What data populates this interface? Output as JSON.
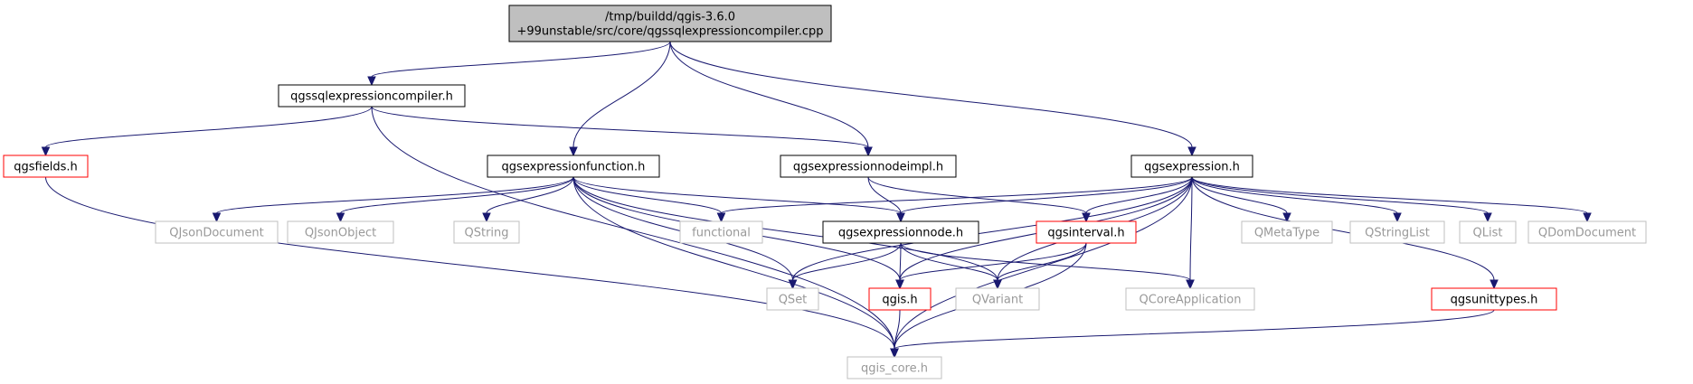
{
  "graph": {
    "nodes": [
      {
        "id": "root",
        "lines": [
          "/tmp/buildd/qgis-3.6.0",
          "+99unstable/src/core/qgssqlexpressioncompiler.cpp"
        ],
        "style": "root"
      },
      {
        "id": "qgssqlexpressioncompiler_h",
        "lines": [
          "qgssqlexpressioncompiler.h"
        ],
        "style": "normal"
      },
      {
        "id": "qgsfields_h",
        "lines": [
          "qgsfields.h"
        ],
        "style": "truncated"
      },
      {
        "id": "qgsexpressionfunction_h",
        "lines": [
          "qgsexpressionfunction.h"
        ],
        "style": "normal"
      },
      {
        "id": "qgsexpressionnodeimpl_h",
        "lines": [
          "qgsexpressionnodeimpl.h"
        ],
        "style": "normal"
      },
      {
        "id": "qgsexpression_h",
        "lines": [
          "qgsexpression.h"
        ],
        "style": "normal"
      },
      {
        "id": "QJsonDocument",
        "lines": [
          "QJsonDocument"
        ],
        "style": "external"
      },
      {
        "id": "QJsonObject",
        "lines": [
          "QJsonObject"
        ],
        "style": "external"
      },
      {
        "id": "QString",
        "lines": [
          "QString"
        ],
        "style": "external"
      },
      {
        "id": "functional",
        "lines": [
          "functional"
        ],
        "style": "external"
      },
      {
        "id": "qgsexpressionnode_h",
        "lines": [
          "qgsexpressionnode.h"
        ],
        "style": "normal"
      },
      {
        "id": "qgsinterval_h",
        "lines": [
          "qgsinterval.h"
        ],
        "style": "truncated"
      },
      {
        "id": "QMetaType",
        "lines": [
          "QMetaType"
        ],
        "style": "external"
      },
      {
        "id": "QStringList",
        "lines": [
          "QStringList"
        ],
        "style": "external"
      },
      {
        "id": "QList",
        "lines": [
          "QList"
        ],
        "style": "external"
      },
      {
        "id": "QDomDocument",
        "lines": [
          "QDomDocument"
        ],
        "style": "external"
      },
      {
        "id": "QSet",
        "lines": [
          "QSet"
        ],
        "style": "external"
      },
      {
        "id": "qgis_h",
        "lines": [
          "qgis.h"
        ],
        "style": "truncated"
      },
      {
        "id": "QVariant",
        "lines": [
          "QVariant"
        ],
        "style": "external"
      },
      {
        "id": "QCoreApplication",
        "lines": [
          "QCoreApplication"
        ],
        "style": "external"
      },
      {
        "id": "qgsunittypes_h",
        "lines": [
          "qgsunittypes.h"
        ],
        "style": "truncated"
      },
      {
        "id": "qgis_core_h",
        "lines": [
          "qgis_core.h"
        ],
        "style": "external"
      }
    ],
    "edges": [
      [
        "root",
        "qgssqlexpressioncompiler_h"
      ],
      [
        "root",
        "qgsexpressionfunction_h"
      ],
      [
        "root",
        "qgsexpressionnodeimpl_h"
      ],
      [
        "root",
        "qgsexpression_h"
      ],
      [
        "qgssqlexpressioncompiler_h",
        "qgsfields_h"
      ],
      [
        "qgssqlexpressioncompiler_h",
        "qgsexpressionnodeimpl_h"
      ],
      [
        "qgssqlexpressioncompiler_h",
        "qgis_core_h"
      ],
      [
        "qgsfields_h",
        "qgis_core_h"
      ],
      [
        "qgsexpressionfunction_h",
        "QJsonDocument"
      ],
      [
        "qgsexpressionfunction_h",
        "QJsonObject"
      ],
      [
        "qgsexpressionfunction_h",
        "QString"
      ],
      [
        "qgsexpressionfunction_h",
        "functional"
      ],
      [
        "qgsexpressionfunction_h",
        "qgsexpressionnode_h"
      ],
      [
        "qgsexpressionfunction_h",
        "QSet"
      ],
      [
        "qgsexpressionfunction_h",
        "qgis_h"
      ],
      [
        "qgsexpressionfunction_h",
        "QVariant"
      ],
      [
        "qgsexpressionfunction_h",
        "qgis_core_h"
      ],
      [
        "qgsexpressionnodeimpl_h",
        "qgsexpressionnode_h"
      ],
      [
        "qgsexpressionnodeimpl_h",
        "qgsinterval_h"
      ],
      [
        "qgsexpression_h",
        "functional"
      ],
      [
        "qgsexpression_h",
        "qgsexpressionnode_h"
      ],
      [
        "qgsexpression_h",
        "qgsinterval_h"
      ],
      [
        "qgsexpression_h",
        "QMetaType"
      ],
      [
        "qgsexpression_h",
        "QStringList"
      ],
      [
        "qgsexpression_h",
        "QList"
      ],
      [
        "qgsexpression_h",
        "QDomDocument"
      ],
      [
        "qgsexpression_h",
        "QSet"
      ],
      [
        "qgsexpression_h",
        "qgis_h"
      ],
      [
        "qgsexpression_h",
        "QVariant"
      ],
      [
        "qgsexpression_h",
        "QCoreApplication"
      ],
      [
        "qgsexpression_h",
        "qgsunittypes_h"
      ],
      [
        "qgsexpression_h",
        "qgis_core_h"
      ],
      [
        "qgsexpressionnode_h",
        "QSet"
      ],
      [
        "qgsexpressionnode_h",
        "qgis_h"
      ],
      [
        "qgsexpressionnode_h",
        "QVariant"
      ],
      [
        "qgsexpressionnode_h",
        "QCoreApplication"
      ],
      [
        "qgsinterval_h",
        "qgis_h"
      ],
      [
        "qgsinterval_h",
        "QVariant"
      ],
      [
        "qgsinterval_h",
        "qgis_core_h"
      ],
      [
        "qgis_h",
        "qgis_core_h"
      ],
      [
        "qgsunittypes_h",
        "qgis_core_h"
      ]
    ]
  },
  "colors": {
    "edge": "#191970",
    "root_fill": "#bfbfbf",
    "root_border": "#000000",
    "normal_border": "#000000",
    "truncated_border": "#ff0000",
    "external_border": "#bfbfbf",
    "external_text": "#999999",
    "text": "#000000"
  }
}
